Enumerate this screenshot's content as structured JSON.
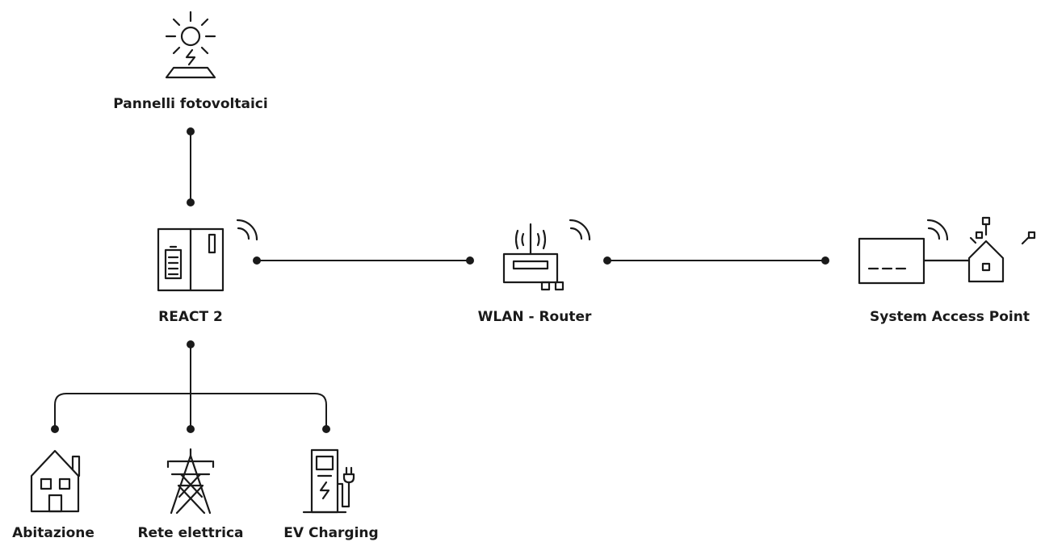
{
  "nodes": {
    "solar": {
      "label": "Pannelli fotovoltaici",
      "icon": "solar-panel-icon"
    },
    "react": {
      "label": "REACT 2",
      "icon": "inverter-battery-icon"
    },
    "router": {
      "label": "WLAN - Router",
      "icon": "wifi-router-icon"
    },
    "sap": {
      "label": "System Access Point",
      "icon": "access-point-icon"
    },
    "home": {
      "label": "Abitazione",
      "icon": "house-icon"
    },
    "grid": {
      "label": "Rete elettrica",
      "icon": "power-pylon-icon"
    },
    "ev": {
      "label": "EV Charging",
      "icon": "ev-charger-icon"
    }
  },
  "colors": {
    "stroke": "#1a1a1a",
    "background": "#ffffff"
  }
}
